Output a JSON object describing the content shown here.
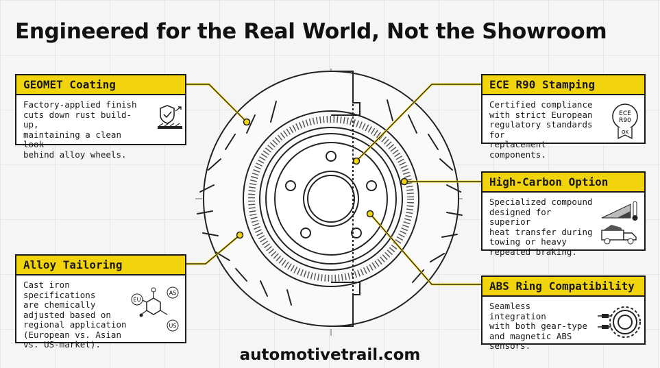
{
  "title": "Engineered for the Real World, Not the Showroom",
  "callouts": {
    "geomet": {
      "heading": "GEOMET Coating",
      "text": "Factory-applied finish\ncuts down rust build-up,\nmaintaining a clean look\nbehind alloy wheels."
    },
    "alloy": {
      "heading": "Alloy Tailoring",
      "text": "Cast iron specifications\nare chemically\nadjusted based on\nregional application\n(European vs. Asian\nvs. US-market)."
    },
    "ece": {
      "heading": "ECE R90 Stamping",
      "text": "Certified compliance\nwith strict European\nregulatory standards for\nreplacement components.",
      "badge_line1": "ECE",
      "badge_line2": "R90",
      "badge_ok": "OK"
    },
    "carbon": {
      "heading": "High-Carbon Option",
      "text": "Specialized compound\ndesigned for superior\nheat transfer during\ntowing or heavy\nrepeated braking."
    },
    "abs": {
      "heading": "ABS Ring Compatibility",
      "text": "Seamless integration\nwith both gear-type\nand magnetic ABS\nsensors."
    }
  },
  "region_labels": [
    "EU",
    "AS",
    "US"
  ],
  "colors": {
    "accent": "#f2d40c",
    "ink": "#1a1a1a",
    "background": "#f4f5f4"
  },
  "footer": "automotivetrail.com"
}
